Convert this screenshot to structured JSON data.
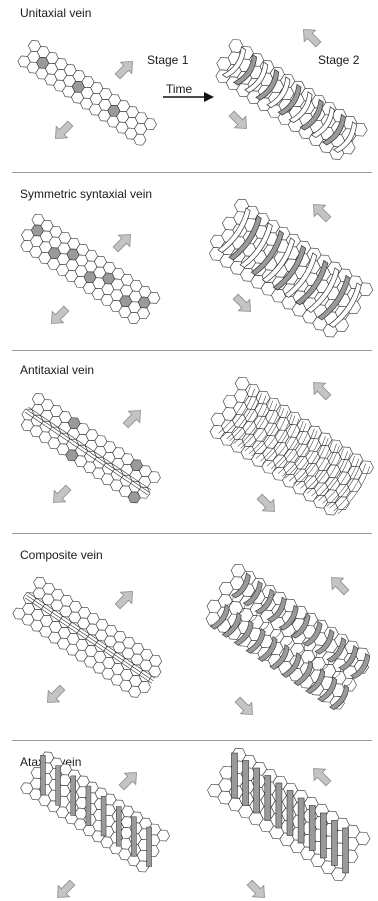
{
  "figure": {
    "stage1_label": "Stage 1",
    "stage2_label": "Stage 2",
    "time_label": "Time"
  },
  "panels": [
    {
      "title": "Unitaxial vein",
      "style": "unitaxial"
    },
    {
      "title": "Symmetric syntaxial vein",
      "style": "syntaxial"
    },
    {
      "title": "Antitaxial vein",
      "style": "antitaxial"
    },
    {
      "title": "Composite vein",
      "style": "composite"
    },
    {
      "title": "Ataxial vein",
      "style": "ataxial"
    }
  ],
  "colors": {
    "grain_fill": "#ffffff",
    "grain_stroke": "#333333",
    "fibre_fill": "#9a9a9a",
    "arrow_fill": "#c4c4c4",
    "arrow_stroke": "#8a8a8a"
  }
}
